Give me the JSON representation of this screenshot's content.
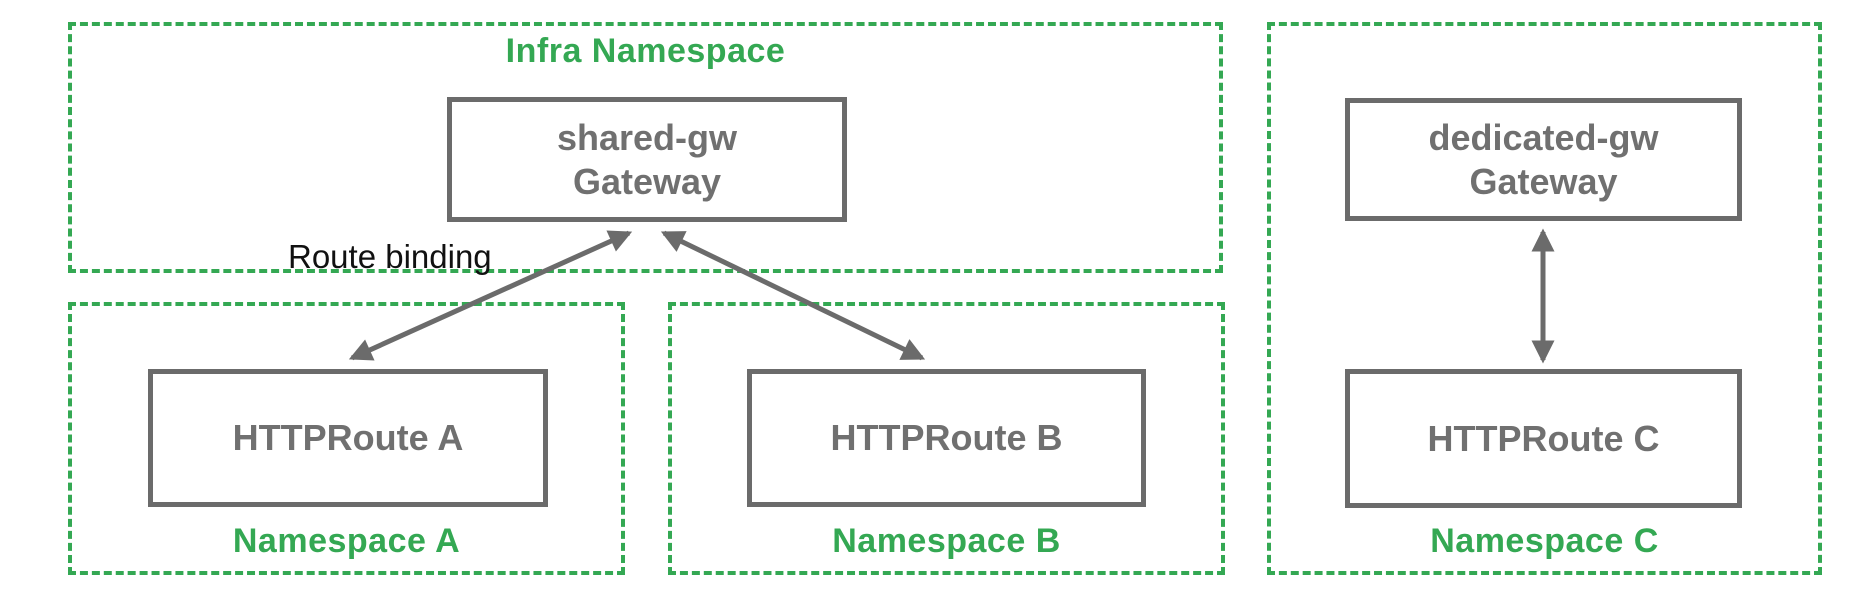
{
  "diagram": {
    "colors": {
      "namespace_green": "#34A853",
      "node_border_gray": "#6b6b6b",
      "node_text_gray": "#707070",
      "edge_label_black": "#111111"
    },
    "groups": [
      {
        "id": "infra-namespace",
        "label": "Infra Namespace"
      },
      {
        "id": "namespace-a",
        "label": "Namespace A"
      },
      {
        "id": "namespace-b",
        "label": "Namespace B"
      },
      {
        "id": "namespace-c",
        "label": "Namespace C"
      }
    ],
    "nodes": [
      {
        "id": "shared-gw",
        "line1": "shared-gw",
        "line2": "Gateway"
      },
      {
        "id": "httproute-a",
        "label": "HTTPRoute A"
      },
      {
        "id": "httproute-b",
        "label": "HTTPRoute B"
      },
      {
        "id": "dedicated-gw",
        "line1": "dedicated-gw",
        "line2": "Gateway"
      },
      {
        "id": "httproute-c",
        "label": "HTTPRoute C"
      }
    ],
    "edges": [
      {
        "id": "route-binding-a",
        "from": "httproute-a",
        "to": "shared-gw",
        "style": "double-arrow"
      },
      {
        "id": "route-binding-b",
        "from": "httproute-b",
        "to": "shared-gw",
        "style": "double-arrow"
      },
      {
        "id": "route-binding-c",
        "from": "httproute-c",
        "to": "dedicated-gw",
        "style": "double-arrow"
      }
    ],
    "edge_label": "Route binding"
  }
}
